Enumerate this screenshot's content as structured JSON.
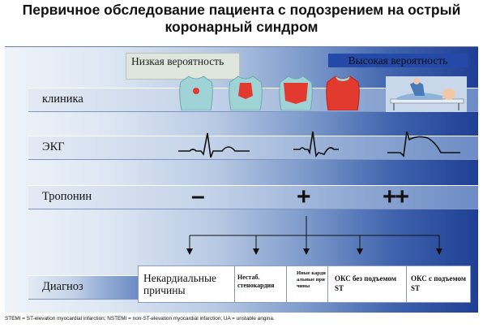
{
  "title": "Первичное обследование пациента с подозрением на острый коронарный синдром",
  "probability": {
    "low": "Низкая вероятность",
    "high": "Высокая вероятность"
  },
  "rows": {
    "clinic": "клиника",
    "ecg": "ЭКГ",
    "troponin": "Тропонин",
    "diagnosis": "Диагноз"
  },
  "troponin_levels": [
    "–",
    "+",
    "++"
  ],
  "diagnoses": [
    "Некардиальные причины",
    "Нестаб. стенокардия",
    "Иные кардиальные причины",
    "ОКС без подъемом ST",
    "ОКС с подъемом ST"
  ],
  "footnote": "STEMI = ST-elevation myocardial infarction; NSTEMI = non-ST-elevation myocardial infarction; UA = unstable angina.",
  "icons": [
    "torso-pain-minimal-icon",
    "torso-pain-central-icon",
    "torso-pain-wide-icon",
    "torso-pain-severe-icon",
    "patient-on-stretcher-icon"
  ]
}
